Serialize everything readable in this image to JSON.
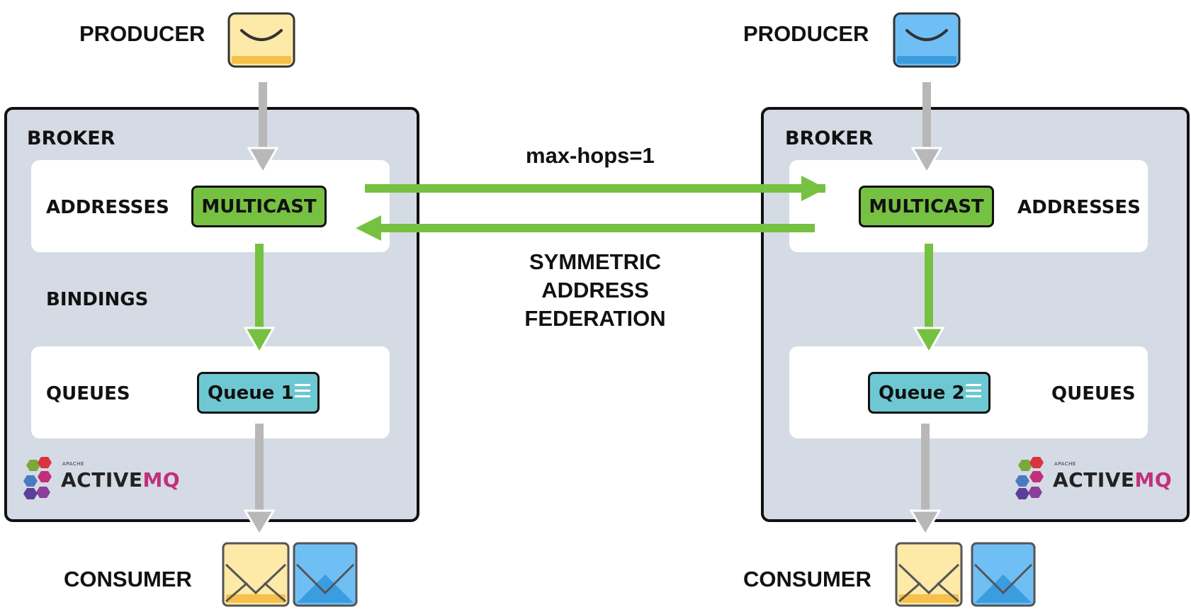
{
  "left_broker": {
    "producer_label": "PRODUCER",
    "broker_label": "BROKER",
    "addresses_label": "ADDRESSES",
    "multicast_label": "MULTICAST",
    "bindings_label": "BINDINGS",
    "queues_label": "QUEUES",
    "queue_label": "Queue 1",
    "consumer_label": "CONSUMER",
    "logo_apache": "APACHE",
    "logo_active": "ACTIVE",
    "logo_mq": "MQ"
  },
  "right_broker": {
    "producer_label": "PRODUCER",
    "broker_label": "BROKER",
    "addresses_label": "ADDRESSES",
    "multicast_label": "MULTICAST",
    "queues_label": "QUEUES",
    "queue_label": "Queue 2",
    "consumer_label": "CONSUMER",
    "logo_apache": "APACHE",
    "logo_active": "ACTIVE",
    "logo_mq": "MQ"
  },
  "federation": {
    "max_hops_label": "max-hops=1",
    "line1": "SYMMETRIC",
    "line2": "ADDRESS",
    "line3": "FEDERATION"
  },
  "colors": {
    "broker_bg": "#d4dbe4",
    "multicast_green": "#76c142",
    "queue_teal": "#6ec8d2",
    "arrow_gray": "#b8b8b8",
    "arrow_green": "#76c142",
    "envelope_yellow": "#fde9a8",
    "envelope_blue": "#6fbff5",
    "logo_mq_pink": "#c0307a"
  },
  "icons": {
    "left_producer": "envelope-closed-icon",
    "right_producer": "envelope-closed-icon",
    "consumer": "envelope-open-icon",
    "logo": "activemq-logo-icon"
  }
}
